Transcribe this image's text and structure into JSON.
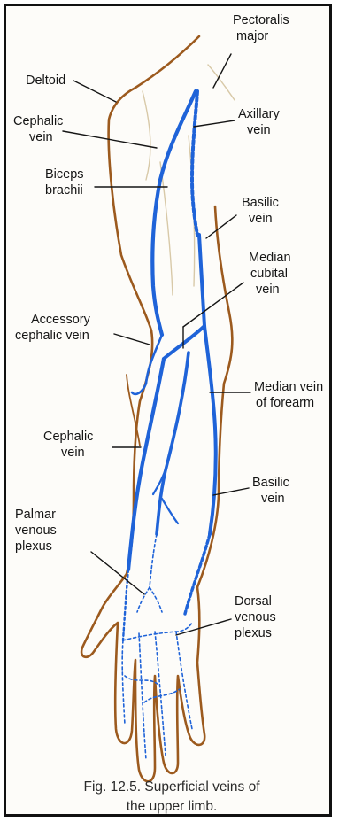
{
  "figure": {
    "caption_line1": "Fig. 12.5. Superficial veins of",
    "caption_line2": "the upper limb.",
    "colors": {
      "outline": "#9c5a1e",
      "vein": "#1f63d8",
      "muscle": "#d8c9a8",
      "text": "#151515",
      "border": "#111111"
    }
  },
  "labels": {
    "pectoralis_major_1": "Pectoralis",
    "pectoralis_major_2": "major",
    "deltoid": "Deltoid",
    "cephalic_vein_upper_1": "Cephalic",
    "cephalic_vein_upper_2": "vein",
    "axillary_vein_1": "Axillary",
    "axillary_vein_2": "vein",
    "biceps_brachii_1": "Biceps",
    "biceps_brachii_2": "brachii",
    "basilic_vein_upper_1": "Basilic",
    "basilic_vein_upper_2": "vein",
    "median_cubital_vein_1": "Median",
    "median_cubital_vein_2": "cubital",
    "median_cubital_vein_3": "vein",
    "accessory_cephalic_vein_1": "Accessory",
    "accessory_cephalic_vein_2": "cephalic vein",
    "median_vein_forearm_1": "Median vein",
    "median_vein_forearm_2": "of forearm",
    "cephalic_vein_lower_1": "Cephalic",
    "cephalic_vein_lower_2": "vein",
    "basilic_vein_lower_1": "Basilic",
    "basilic_vein_lower_2": "vein",
    "palmar_venous_plexus_1": "Palmar",
    "palmar_venous_plexus_2": "venous",
    "palmar_venous_plexus_3": "plexus",
    "dorsal_venous_plexus_1": "Dorsal",
    "dorsal_venous_plexus_2": "venous",
    "dorsal_venous_plexus_3": "plexus"
  }
}
